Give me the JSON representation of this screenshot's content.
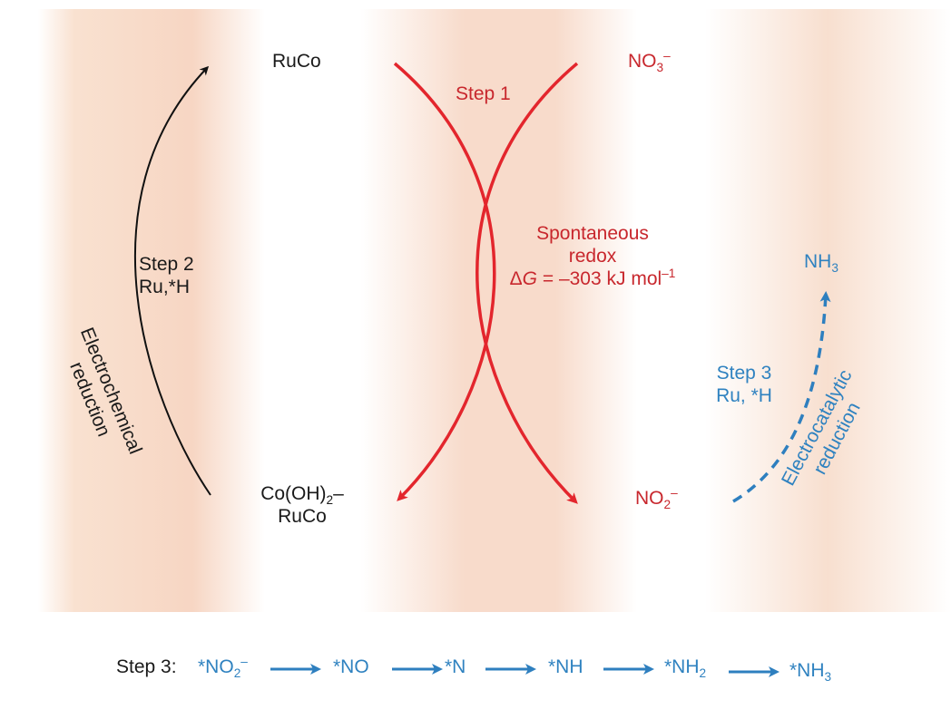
{
  "species": {
    "ruco_top": "RuCo",
    "no3_base": "NO",
    "no3_sub": "3",
    "no3_sup": "–",
    "coh2_line1_base": "Co(OH)",
    "coh2_line1_sub": "2",
    "coh2_line1_tail": "–",
    "coh2_line2": "RuCo",
    "no2_base": "NO",
    "no2_sub": "2",
    "no2_sup": "–",
    "nh3_base": "NH",
    "nh3_sub": "3"
  },
  "step1": {
    "label": "Step 1"
  },
  "step2": {
    "line1": "Step 2",
    "line2": "Ru,*H"
  },
  "redox": {
    "line1": "Spontaneous",
    "line2": "redox",
    "delta": "Δ",
    "g": "G",
    "eq": " = –303 kJ mol",
    "sup": "–1"
  },
  "electrochemical": {
    "line1": "Electrochemical",
    "line2": "reduction"
  },
  "step3": {
    "line1": "Step 3",
    "line2": "Ru, *H"
  },
  "electrocatalytic": {
    "line1": "Electrocatalytic",
    "line2": "reduction"
  },
  "sequence": {
    "prefix": "Step 3: ",
    "items": [
      {
        "base": "*NO",
        "sub": "2",
        "sup": "–"
      },
      {
        "base": "*NO",
        "sub": "",
        "sup": ""
      },
      {
        "base": "*N",
        "sub": "",
        "sup": ""
      },
      {
        "base": "*NH",
        "sub": "",
        "sup": ""
      },
      {
        "base": "*NH",
        "sub": "2",
        "sup": ""
      },
      {
        "base": "*NH",
        "sub": "3",
        "sup": ""
      }
    ]
  },
  "colors": {
    "red": "#e3262d",
    "blue": "#2e7fbf",
    "black": "#111111",
    "band": "#f4c9b0"
  }
}
